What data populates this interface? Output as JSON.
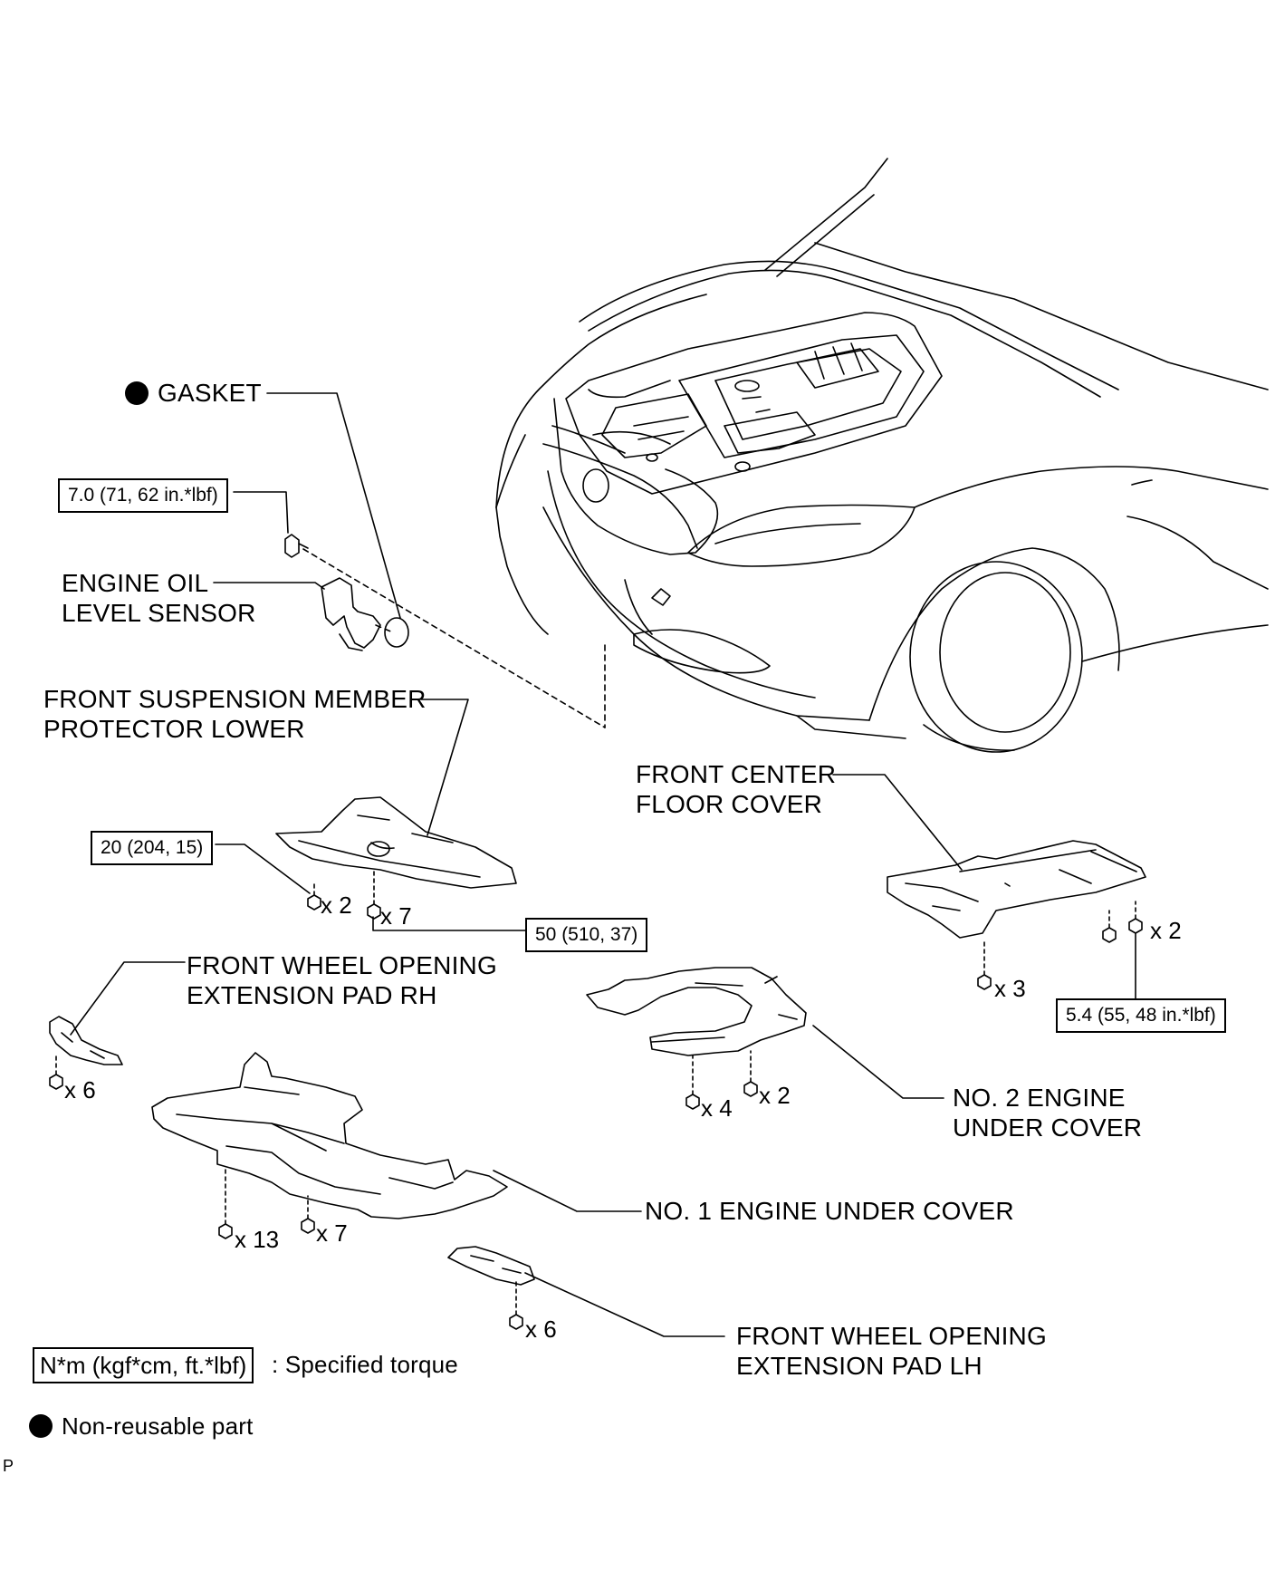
{
  "labels": {
    "gasket": "GASKET",
    "engine_oil_level_sensor_1": "ENGINE OIL",
    "engine_oil_level_sensor_2": "LEVEL SENSOR",
    "front_susp_1": "FRONT SUSPENSION MEMBER",
    "front_susp_2": "PROTECTOR LOWER",
    "front_center_1": "FRONT CENTER",
    "front_center_2": "FLOOR COVER",
    "wheel_rh_1": "FRONT WHEEL OPENING",
    "wheel_rh_2": "EXTENSION PAD RH",
    "no2_cover_1": "NO. 2 ENGINE",
    "no2_cover_2": "UNDER COVER",
    "no1_cover": "NO. 1 ENGINE UNDER COVER",
    "wheel_lh_1": "FRONT WHEEL OPENING",
    "wheel_lh_2": "EXTENSION PAD LH"
  },
  "torque": {
    "sensor_bolt": "7.0 (71, 62 in.*lbf)",
    "protector_small": "20 (204, 15)",
    "protector_large": "50 (510, 37)",
    "floor_cover": "5.4 (55, 48 in.*lbf)"
  },
  "quantities": {
    "protector_x2": "x 2",
    "protector_x7": "x 7",
    "floor_x2": "x 2",
    "floor_x3": "x 3",
    "wheel_rh_x6": "x 6",
    "no2_x4": "x 4",
    "no2_x2": "x 2",
    "no1_x13": "x 13",
    "no1_x7": "x 7",
    "wheel_lh_x6": "x 6"
  },
  "legend": {
    "torque_unit": "N*m (kgf*cm, ft.*lbf)",
    "torque_desc": ": Specified torque",
    "non_reusable": "Non-reusable part"
  },
  "corner_mark": "P"
}
